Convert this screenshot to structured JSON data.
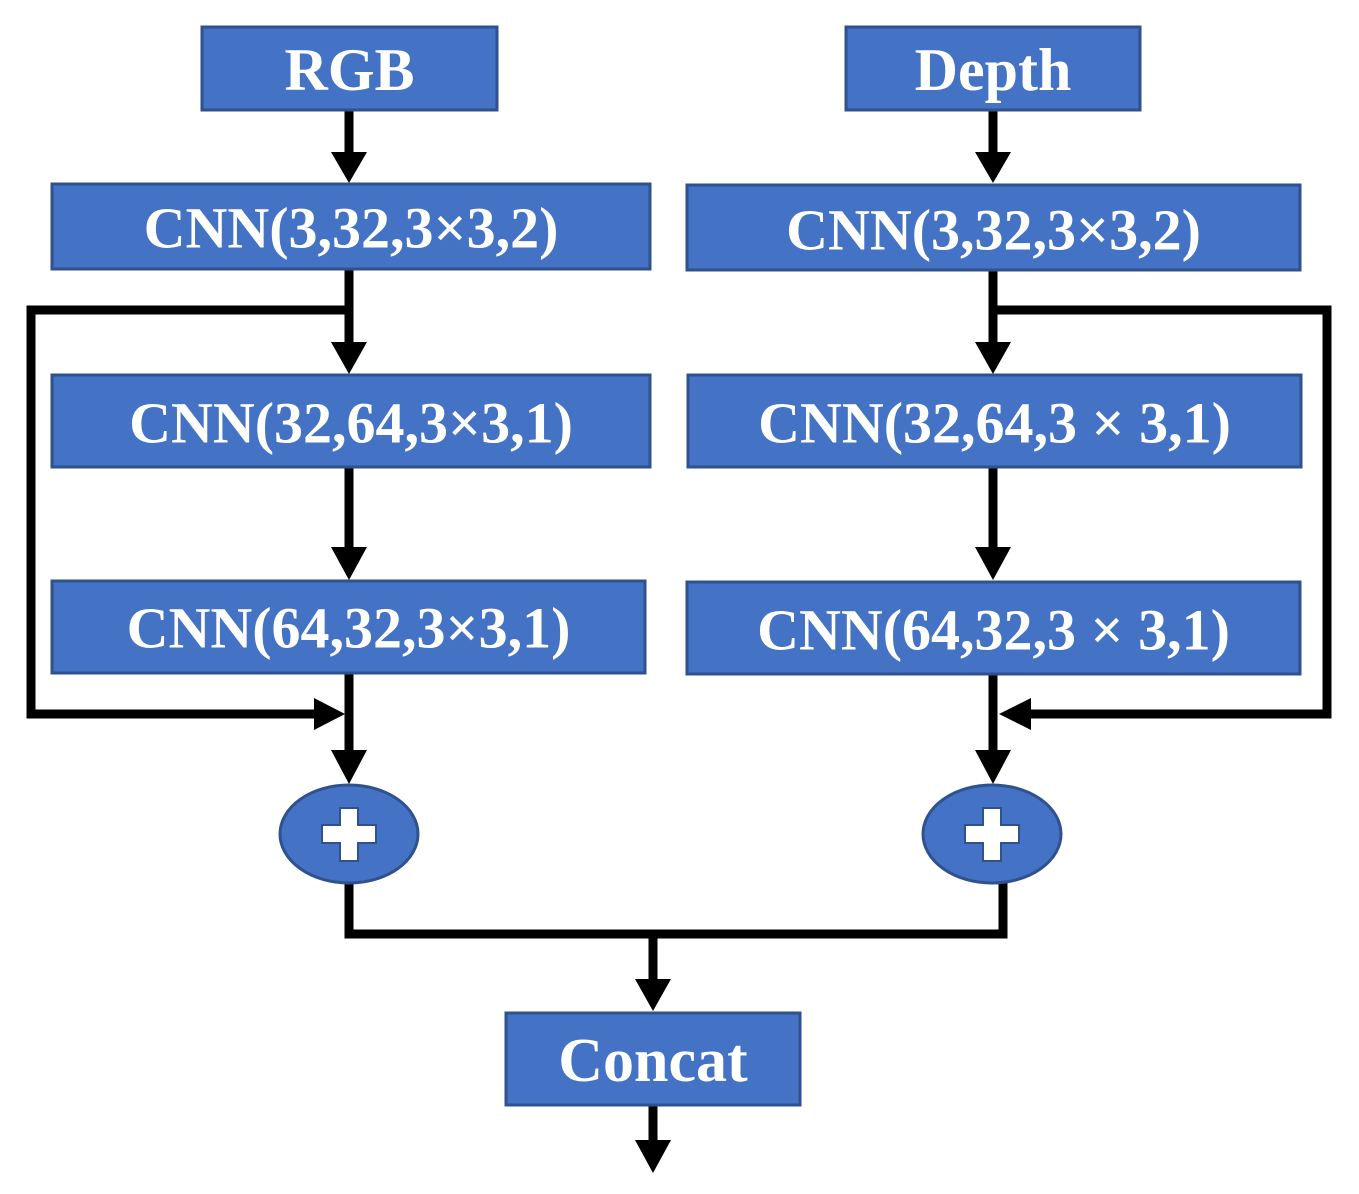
{
  "rgb_branch": {
    "input_label": "RGB",
    "conv1_label": "CNN(3,32,3×3,2)",
    "conv2_label": "CNN(32,64,3×3,1)",
    "conv3_label": "CNN(64,32,3×3,1)",
    "sum_symbol": "plus-icon"
  },
  "depth_branch": {
    "input_label": "Depth",
    "conv1_label": "CNN(3,32,3×3,2)",
    "conv2_label": "CNN(32,64,3 × 3,1)",
    "conv3_label": "CNN(64,32,3 × 3,1)",
    "sum_symbol": "plus-icon"
  },
  "output": {
    "concat_label": "Concat"
  },
  "colors": {
    "box_fill": "#4472c4",
    "box_border": "#2f528f",
    "text": "#ffffff",
    "connector": "#000000"
  }
}
